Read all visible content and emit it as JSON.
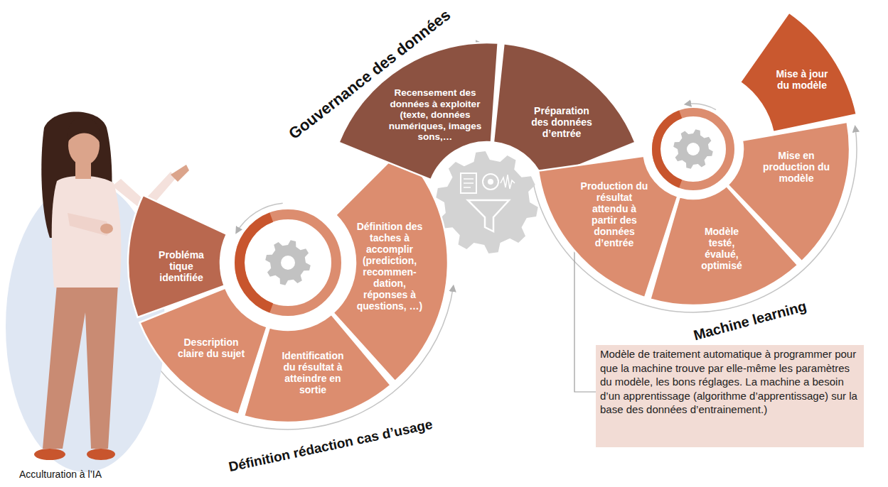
{
  "diagram": {
    "nodes": [
      {
        "text": [
          "Probléma tique identifiée"
        ]
      },
      {
        "text": [
          "Description claire du sujet"
        ]
      },
      {
        "text": [
          "Identification du résultat à atteindre en sortie"
        ]
      },
      {
        "text": [
          "Définition des taches à accomplir (prediction, recommen- dation, réponses à questions, …)"
        ]
      },
      {
        "text": [
          "Recensement des données à exploiter (texte, données numériques, images sons,…"
        ]
      },
      {
        "text": [
          "Préparation des données d’entrée"
        ]
      },
      {
        "text": [
          "Production du résultat attendu à partir des données d’entrée"
        ]
      },
      {
        "text": [
          "Modèle testé, évalué, optimisé"
        ]
      },
      {
        "text": [
          "Mise en production du modèle"
        ]
      },
      {
        "text": [
          "Mise à jour du modèle"
        ]
      },
      {
        "text": [
          "Modèle de traitement automatique à programmer pour que la machine trouve par elle-même les paramètres du modèle, les bons réglages. La machine a besoin d’un apprentissage (algorithme d’apprentissage) sur la base des données d’entrainement.)"
        ]
      }
    ],
    "edges": [
      {
        "from": 6,
        "to": 10,
        "arrow": "none"
      }
    ],
    "labels": [
      "Gouvernance des données",
      "Définition rédaction cas d’usage",
      "Machine learning",
      "Acculturation à l’IA"
    ]
  }
}
